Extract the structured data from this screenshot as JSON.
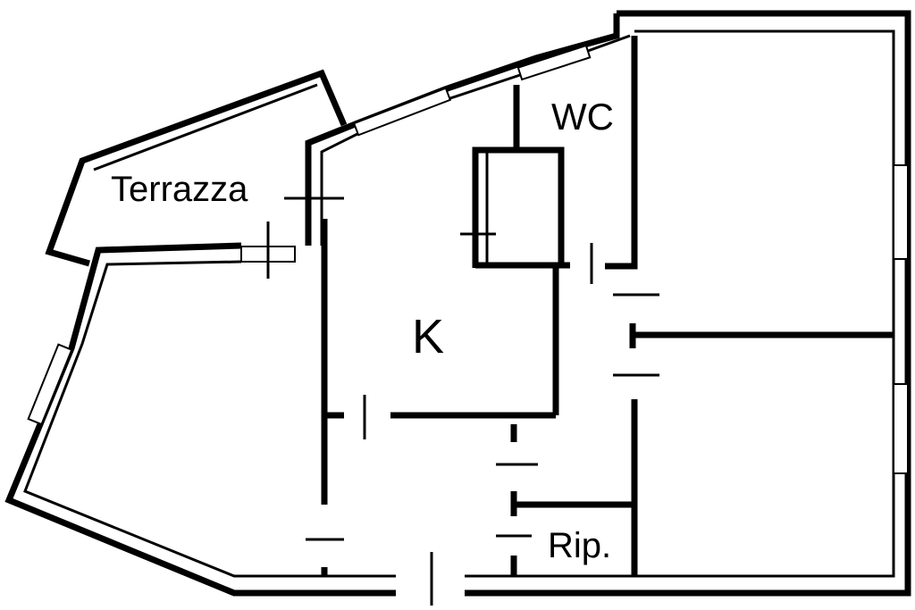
{
  "rooms": {
    "terrazza": "Terrazza",
    "wc": "WC",
    "kitchen": "K",
    "ripostiglio": "Rip."
  }
}
